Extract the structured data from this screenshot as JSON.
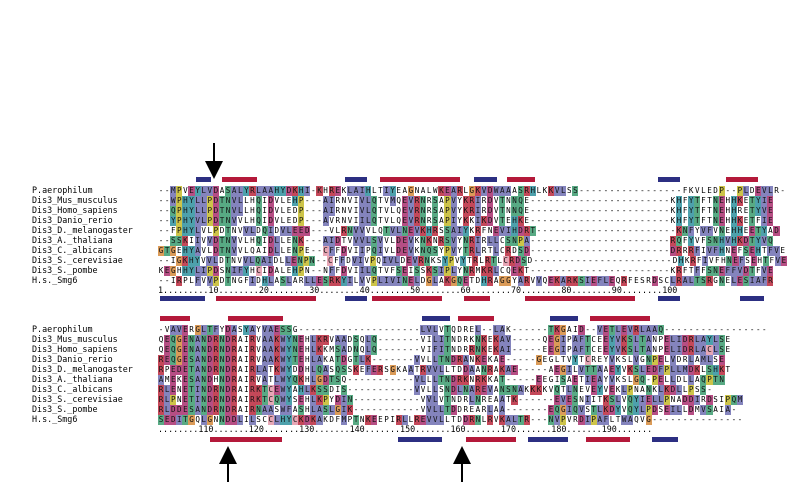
{
  "blocks": [
    {
      "rows": [
        {
          "name": "P.aerophilum",
          "seq": "--MPVEYLVDASALYRLAAHYDKHI-KHREKLAIHLTIYEAGNALWKEARLGKVDWAAASRHLKKVLSS-----------------FKVLEDP--PLDEVLR-"
        },
        {
          "name": "Dis3_Mus_musculus",
          "seq": "--WPHYLLPDTNVLLHQIDVLEHP---AIRNVIVLQTVMQEVRNRSAPVYKRIRDVTNNQE-----------------------KHFYTFTNEHHKETYIE"
        },
        {
          "name": "Dis3_Homo_sapiens",
          "seq": "--QPHYLLPDTNVLLHQIDVLEDP---AIRNVIVLQTVLQEVRNRSAPVYKRIRDVTNNQE-----------------------KHFYTFTNEHHRETYVE"
        },
        {
          "name": "Dis3_Danio_rerio",
          "seq": "--YPHYVLPDTNVVLHQIDVLEDP---AVRNVIILQTVLQEVRNRSAPIYKKIKDVTEHKE-----------------------KHFYTFTNEHHKETFIE"
        },
        {
          "name": "Dis3_D._melanogaster",
          "seq": "--FPHYLVLPDTNVVLDQIDVLEED---VLRNVVVLQTVLNEVKHRSSAIYKRFNEVIHDRT-----------------------KNFYVFVNEHHEETYAD"
        },
        {
          "name": "Dis3_A._thaliana",
          "seq": "--SSKIIVVDTNVVLHQIDLLENK---AIDTVVVLSVVLDEVKNKNRSVYNRIRLLCSNPA-----------------------RQFYVFSNHVHKDTYVQ"
        },
        {
          "name": "Dis3_C._albicans",
          "seq": "GTGEHYAVLDTNVVLQAIDLLENPE--CFFDVIIPQIVLDEVKNQSYPVYTRLRTLCRDSD-----------------------DRRRFIVFHNEFSEHTFVE"
        },
        {
          "name": "Dis3_S._cerevisiae",
          "seq": "--IGKHYVVLDTNVVLQAIDLLENPN--CFFDVIVPQIVLDEVRNKSYPVYTRLRTLCRDSD-----------------------DHKRFIVFHNEFSEHTFVE"
        },
        {
          "name": "Dis3_S._pombe",
          "seq": "KEGHHYLIPDSNIFYHCIDALEHPN--NFFDVIILQTVFSEISSKSIPLYNRMKRLCQEKT-----------------------KRFTFFSNEFFVDTFVE"
        },
        {
          "name": "H.s._Smg6",
          "seq": "--IRPLFVVPDTNGFIDHLASLARLLESRKYILVVPLIVINELDGLAKGQETDHRAGGYARVVQEKARKSIEFLEQRFESRDSCLRALTSRGNELESIAFR"
        }
      ],
      "ruler": "1.........10........20........30........40........50........60........70........80........90........100"
    },
    {
      "rows": [
        {
          "name": "P.aerophilum",
          "seq": "-VAVERGLTFYDASYAYVAESSG--------------------LVLVTQDREL--LAK------TKGAID--VETLEVRLAAQ-----------------"
        },
        {
          "name": "Dis3_Mus_musculus",
          "seq": "QEQGENANDRNDRAIRVAAKWYNEHLKRVAADSQLQ-------VILITNDRKNKEKAV-----QEGIPAFTCEEYVKSLTANPELIDRLAYLSE"
        },
        {
          "name": "Dis3_Homo_sapiens",
          "seq": "QEQGENANDRNDRAIRVAAKWYNEHLKKMSADNQLQ-------VIFITNDRRNKEKAI-----EEGIPAFTCEEYVKSLTANPELIDRLACLSE"
        },
        {
          "name": "Dis3_Danio_rerio",
          "seq": "REQGESANDRNDRAIRVAAKWYTEHLAKATDGTLK-------VVLLTNDRANKEKAE-----GEGLTVYTCREYVKSLVGNPELVDRLAMLSE"
        },
        {
          "name": "Dis3_D._melanogaster",
          "seq": "RPEDETANDRNDRAIRLATKWYDDHLQASQSSKEFERSGKAATRVVLLTDDAANRAKAE-----AEGILVTTAAEYVKSLEDFPLLMDKLSHKT"
        },
        {
          "name": "Dis3_A._thaliana",
          "seq": "AMEKESANDHNDRAIRVATLWYQKHLGDTSQ-----------VLLLTNDRKNRKKAT-----EEGISAETIEAYVKSLGQ-PELLDLLAQPTN"
        },
        {
          "name": "Dis3_C._albicans",
          "seq": "RLENETINDRNDRAIRKTCEWYAHLKSSDIS-----------VVLLSNDLNAREVANSNAKKKKVQTLNEVEYVEKLPNANKLKDLLPSS-"
        },
        {
          "name": "Dis3_S._cerevisiae",
          "seq": "RLPNETINDRNDRAIRKTCQWYSEHLKPYDIN-----------VVLVTNDRLNREAATK------EVESNIITKSLVQYIELLPNADDIRDSIPQM"
        },
        {
          "name": "Dis3_S._pombe",
          "seq": "RLDDESANDRNDRAIRNAASWFASHLASLGIK-----------VVLLTDDREARLAA-------EQGIQVSTLKDYVQYLPDSEILLDMVSAIA-"
        },
        {
          "name": "H.s._Smg6",
          "seq": "SEDITGQLGNNDDLILSCCLHYCKDKAKDFMPTNKEEPIRLLREVVLLTDDRNLRVKALTR---NVPVRDIPAFLTWAQVG---------------"
        }
      ],
      "ruler": "........110.......120.......130.......140.......150.......160.......170.......180.......190......."
    }
  ],
  "colors": {
    "helix": "#b4193a",
    "strand": "#2c2f82",
    "arrow": "#000000"
  },
  "arrows": [
    {
      "direction": "down",
      "icon": "arrow-down-icon"
    },
    {
      "direction": "up",
      "icon": "arrow-up-icon"
    },
    {
      "direction": "up",
      "icon": "arrow-up-icon"
    }
  ]
}
